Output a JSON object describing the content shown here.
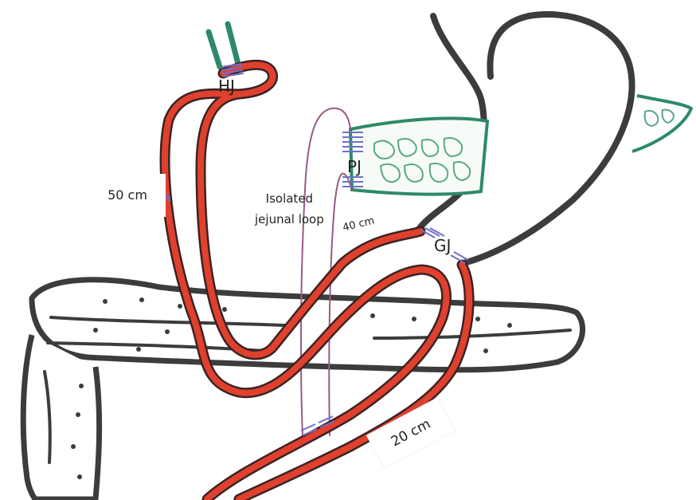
{
  "labels": {
    "hj": "HJ",
    "pj": "PJ",
    "gj": "GJ",
    "len_50": "50 cm",
    "len_40": "40 cm",
    "len_20": "20 cm",
    "isolated_line1": "Isolated",
    "isolated_line2": "jejunal loop"
  },
  "colors": {
    "bowel_red": "#e0402e",
    "colon_stomach_dark": "#3a3d3c",
    "bile_duct_pancreas_green": "#2e8a66",
    "suture_blue": "#6f6fc8",
    "isolated_loop_outline": "#9a5a86"
  }
}
